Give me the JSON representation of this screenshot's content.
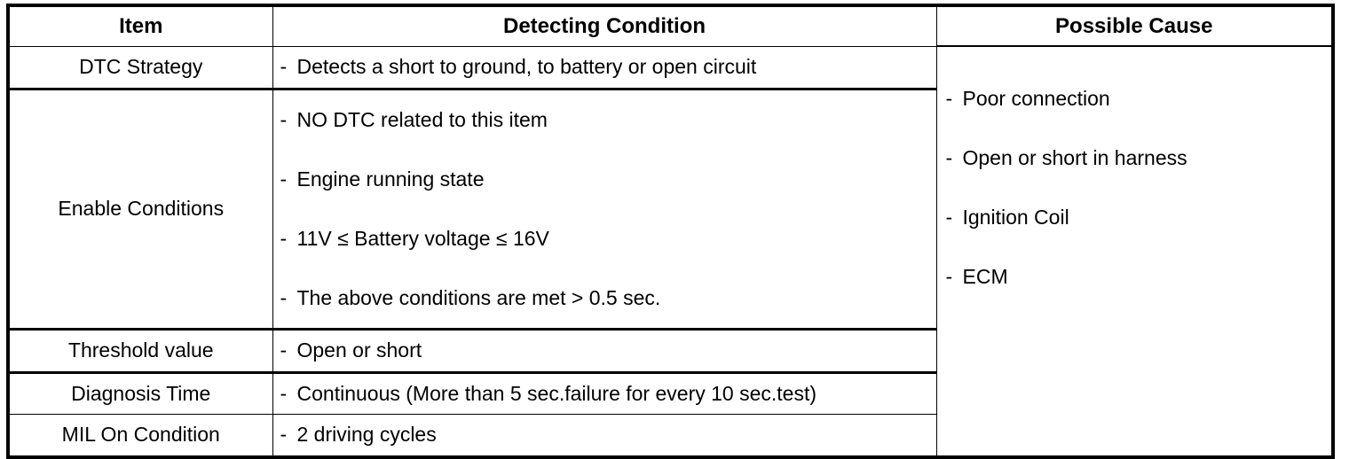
{
  "table": {
    "headers": {
      "item": "Item",
      "detecting_condition": "Detecting Condition",
      "possible_cause": "Possible Cause"
    },
    "bullet_marker": "-",
    "rows": [
      {
        "item": "DTC Strategy",
        "detecting_condition": [
          "Detects a short to ground, to battery or open circuit"
        ]
      },
      {
        "item": "Enable Conditions",
        "detecting_condition": [
          "NO DTC related to this item",
          "Engine running state",
          "11V ≤ Battery voltage ≤ 16V",
          "The above conditions are met > 0.5 sec."
        ]
      },
      {
        "item": "Threshold value",
        "detecting_condition": [
          "Open or short"
        ]
      },
      {
        "item": "Diagnosis Time",
        "detecting_condition": [
          "Continuous (More than 5 sec.failure for every 10 sec.test)"
        ]
      },
      {
        "item": "MIL On Condition",
        "detecting_condition": [
          "2 driving cycles"
        ]
      }
    ],
    "possible_cause": [
      "Poor connection",
      "Open or short in harness",
      "Ignition Coil",
      "ECM"
    ]
  },
  "colors": {
    "border": "#000000",
    "text": "#000000",
    "background": "#ffffff"
  }
}
